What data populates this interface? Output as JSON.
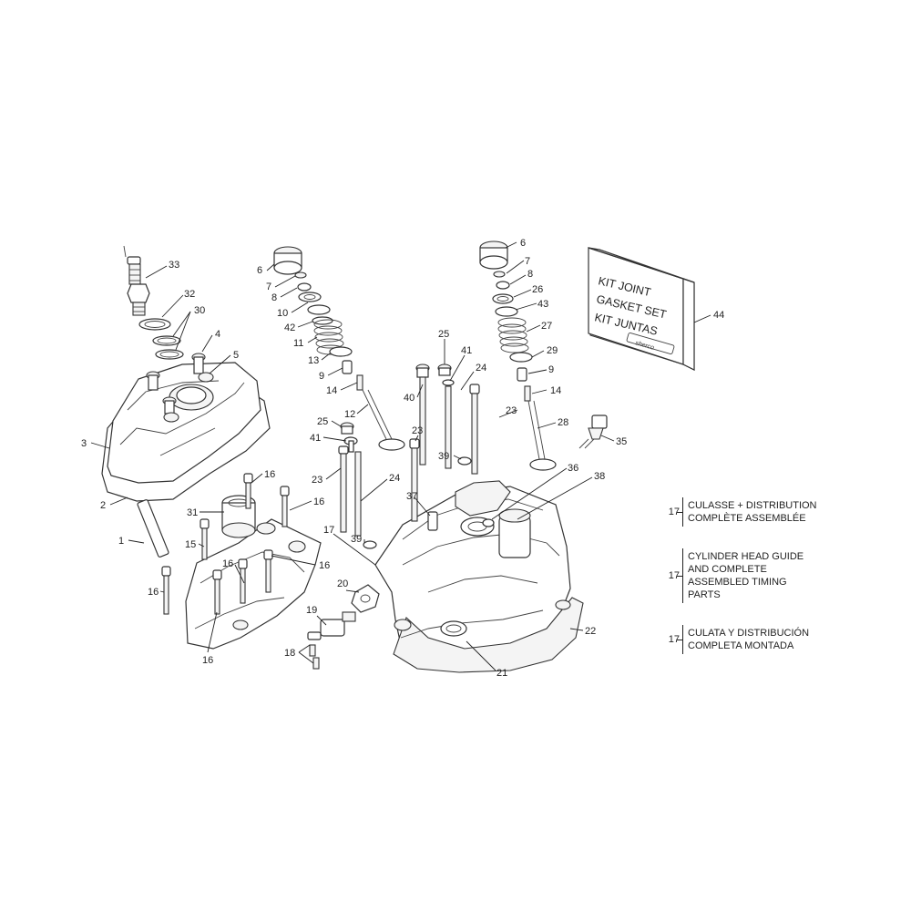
{
  "kit_box": {
    "lines": [
      "KIT JOINT",
      "GASKET SET",
      "KIT JUNTAS"
    ],
    "brand_logo_text": "sherco",
    "callout": "44"
  },
  "legend": [
    {
      "number": "17",
      "lines": [
        "CULASSE + DISTRIBUTION",
        "COMPLÈTE ASSEMBLÉE"
      ]
    },
    {
      "number": "17",
      "lines": [
        "CYLINDER HEAD GUIDE",
        "AND COMPLETE",
        "ASSEMBLED TIMING",
        "PARTS"
      ]
    },
    {
      "number": "17",
      "lines": [
        "CULATA Y DISTRIBUCIÓN",
        "COMPLETA MONTADA"
      ]
    }
  ],
  "callouts": {
    "c33": "33",
    "c32": "32",
    "c30": "30",
    "c4": "4",
    "c5": "5",
    "c3": "3",
    "c2": "2",
    "c31": "31",
    "c1": "1",
    "c15": "15",
    "c16a": "16",
    "c16b": "16",
    "c16c": "16",
    "c16d": "16",
    "c16e": "16",
    "c16f": "16",
    "c6a": "6",
    "c7a": "7",
    "c8a": "8",
    "c10": "10",
    "c42": "42",
    "c11": "11",
    "c13": "13",
    "c9a": "9",
    "c14a": "14",
    "c12": "12",
    "c25a": "25",
    "c41a": "41",
    "c23a": "23",
    "c24a": "24",
    "c17": "17",
    "c39a": "39",
    "c20": "20",
    "c19": "19",
    "c18": "18",
    "c25b": "25",
    "c41b": "41",
    "c24b": "24",
    "c40": "40",
    "c23b": "23",
    "c23c": "23",
    "c39b": "39",
    "c37": "37",
    "c36": "36",
    "c38": "38",
    "c22": "22",
    "c21": "21",
    "c6b": "6",
    "c7b": "7",
    "c8b": "8",
    "c26": "26",
    "c43": "43",
    "c27": "27",
    "c29": "29",
    "c9b": "9",
    "c14b": "14",
    "c28": "28",
    "c35": "35"
  }
}
